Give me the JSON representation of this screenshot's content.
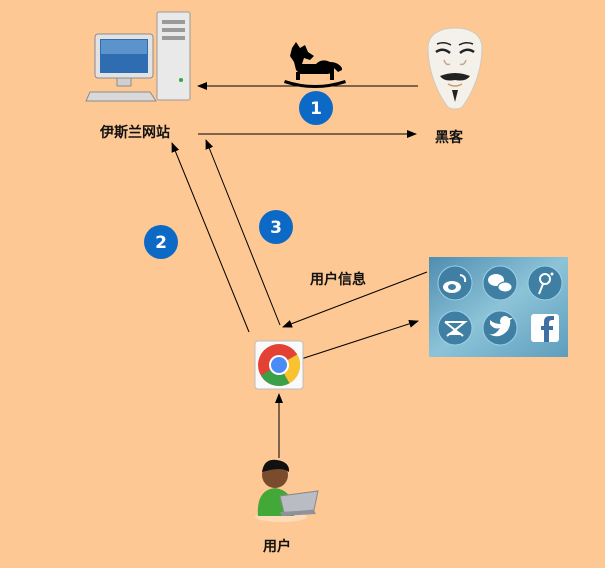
{
  "nodes": {
    "website_label": "伊斯兰网站",
    "hacker_label": "黑客",
    "user_label": "用户",
    "user_info_label": "用户信息"
  },
  "steps": {
    "one": "1",
    "two": "2",
    "three": "3"
  },
  "icons": {
    "server": "computer-server-icon",
    "hacker": "guy-fawkes-mask-icon",
    "trojan": "trojan-horse-icon",
    "browser": "chrome-browser-icon",
    "user": "user-with-laptop-icon",
    "social": [
      "weibo-icon",
      "wechat-icon",
      "pushpin-icon",
      "qzone-icon",
      "twitter-icon",
      "facebook-icon"
    ]
  },
  "colors": {
    "background": "#fdc893",
    "badge": "#0c69c6",
    "social_panel": "#6fa9c4"
  }
}
